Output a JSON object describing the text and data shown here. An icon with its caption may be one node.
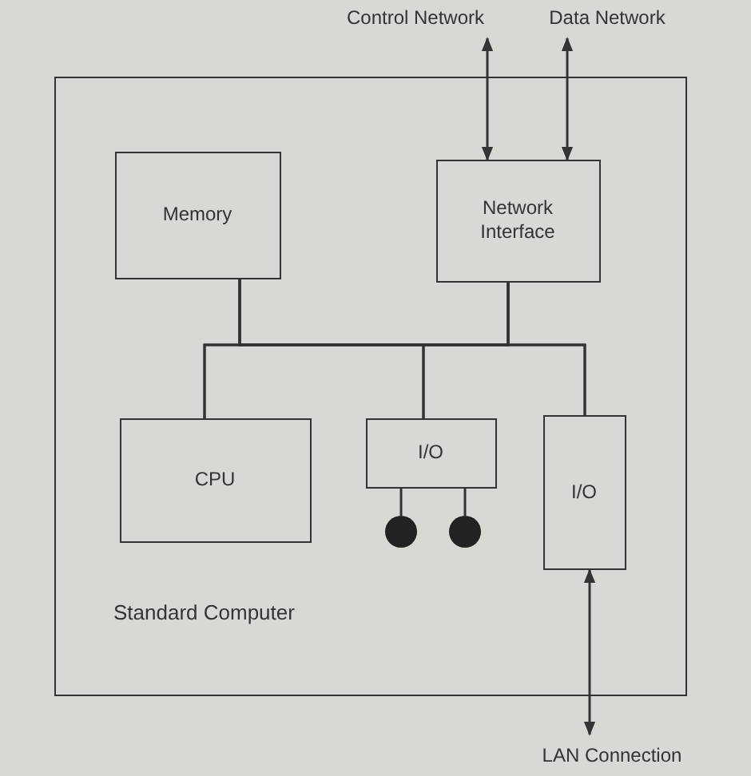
{
  "diagram": {
    "nodes": [
      {
        "text": [
          "Standard Computer"
        ]
      },
      {
        "text": [
          "Memory"
        ],
        "in": 0
      },
      {
        "text": [
          "Network Interface"
        ],
        "in": 0
      },
      {
        "text": [
          "CPU"
        ],
        "in": 0
      },
      {
        "text": [
          "I/O"
        ],
        "in": 0
      },
      {
        "text": [
          "I/O"
        ],
        "in": 0
      },
      {
        "text": [],
        "shape": "circle",
        "in": 0
      },
      {
        "text": [],
        "shape": "circle",
        "in": 0
      },
      {
        "text": [
          "Control Network"
        ]
      },
      {
        "text": [
          "Data Network"
        ]
      },
      {
        "text": [
          "LAN Connection"
        ]
      }
    ],
    "edges": [
      {
        "from": 1,
        "to": 2,
        "arrow": "none"
      },
      {
        "from": 1,
        "to": 3,
        "arrow": "none"
      },
      {
        "from": 1,
        "to": 4,
        "arrow": "none"
      },
      {
        "from": 1,
        "to": 5,
        "arrow": "none"
      },
      {
        "from": 2,
        "to": 3,
        "arrow": "none"
      },
      {
        "from": 2,
        "to": 4,
        "arrow": "none"
      },
      {
        "from": 2,
        "to": 5,
        "arrow": "none"
      },
      {
        "from": 4,
        "to": 6,
        "arrow": "none"
      },
      {
        "from": 4,
        "to": 7,
        "arrow": "none"
      },
      {
        "from": 8,
        "to": 2,
        "arrow": "both"
      },
      {
        "from": 9,
        "to": 2,
        "arrow": "both"
      },
      {
        "from": 10,
        "to": 5,
        "arrow": "both"
      }
    ]
  }
}
